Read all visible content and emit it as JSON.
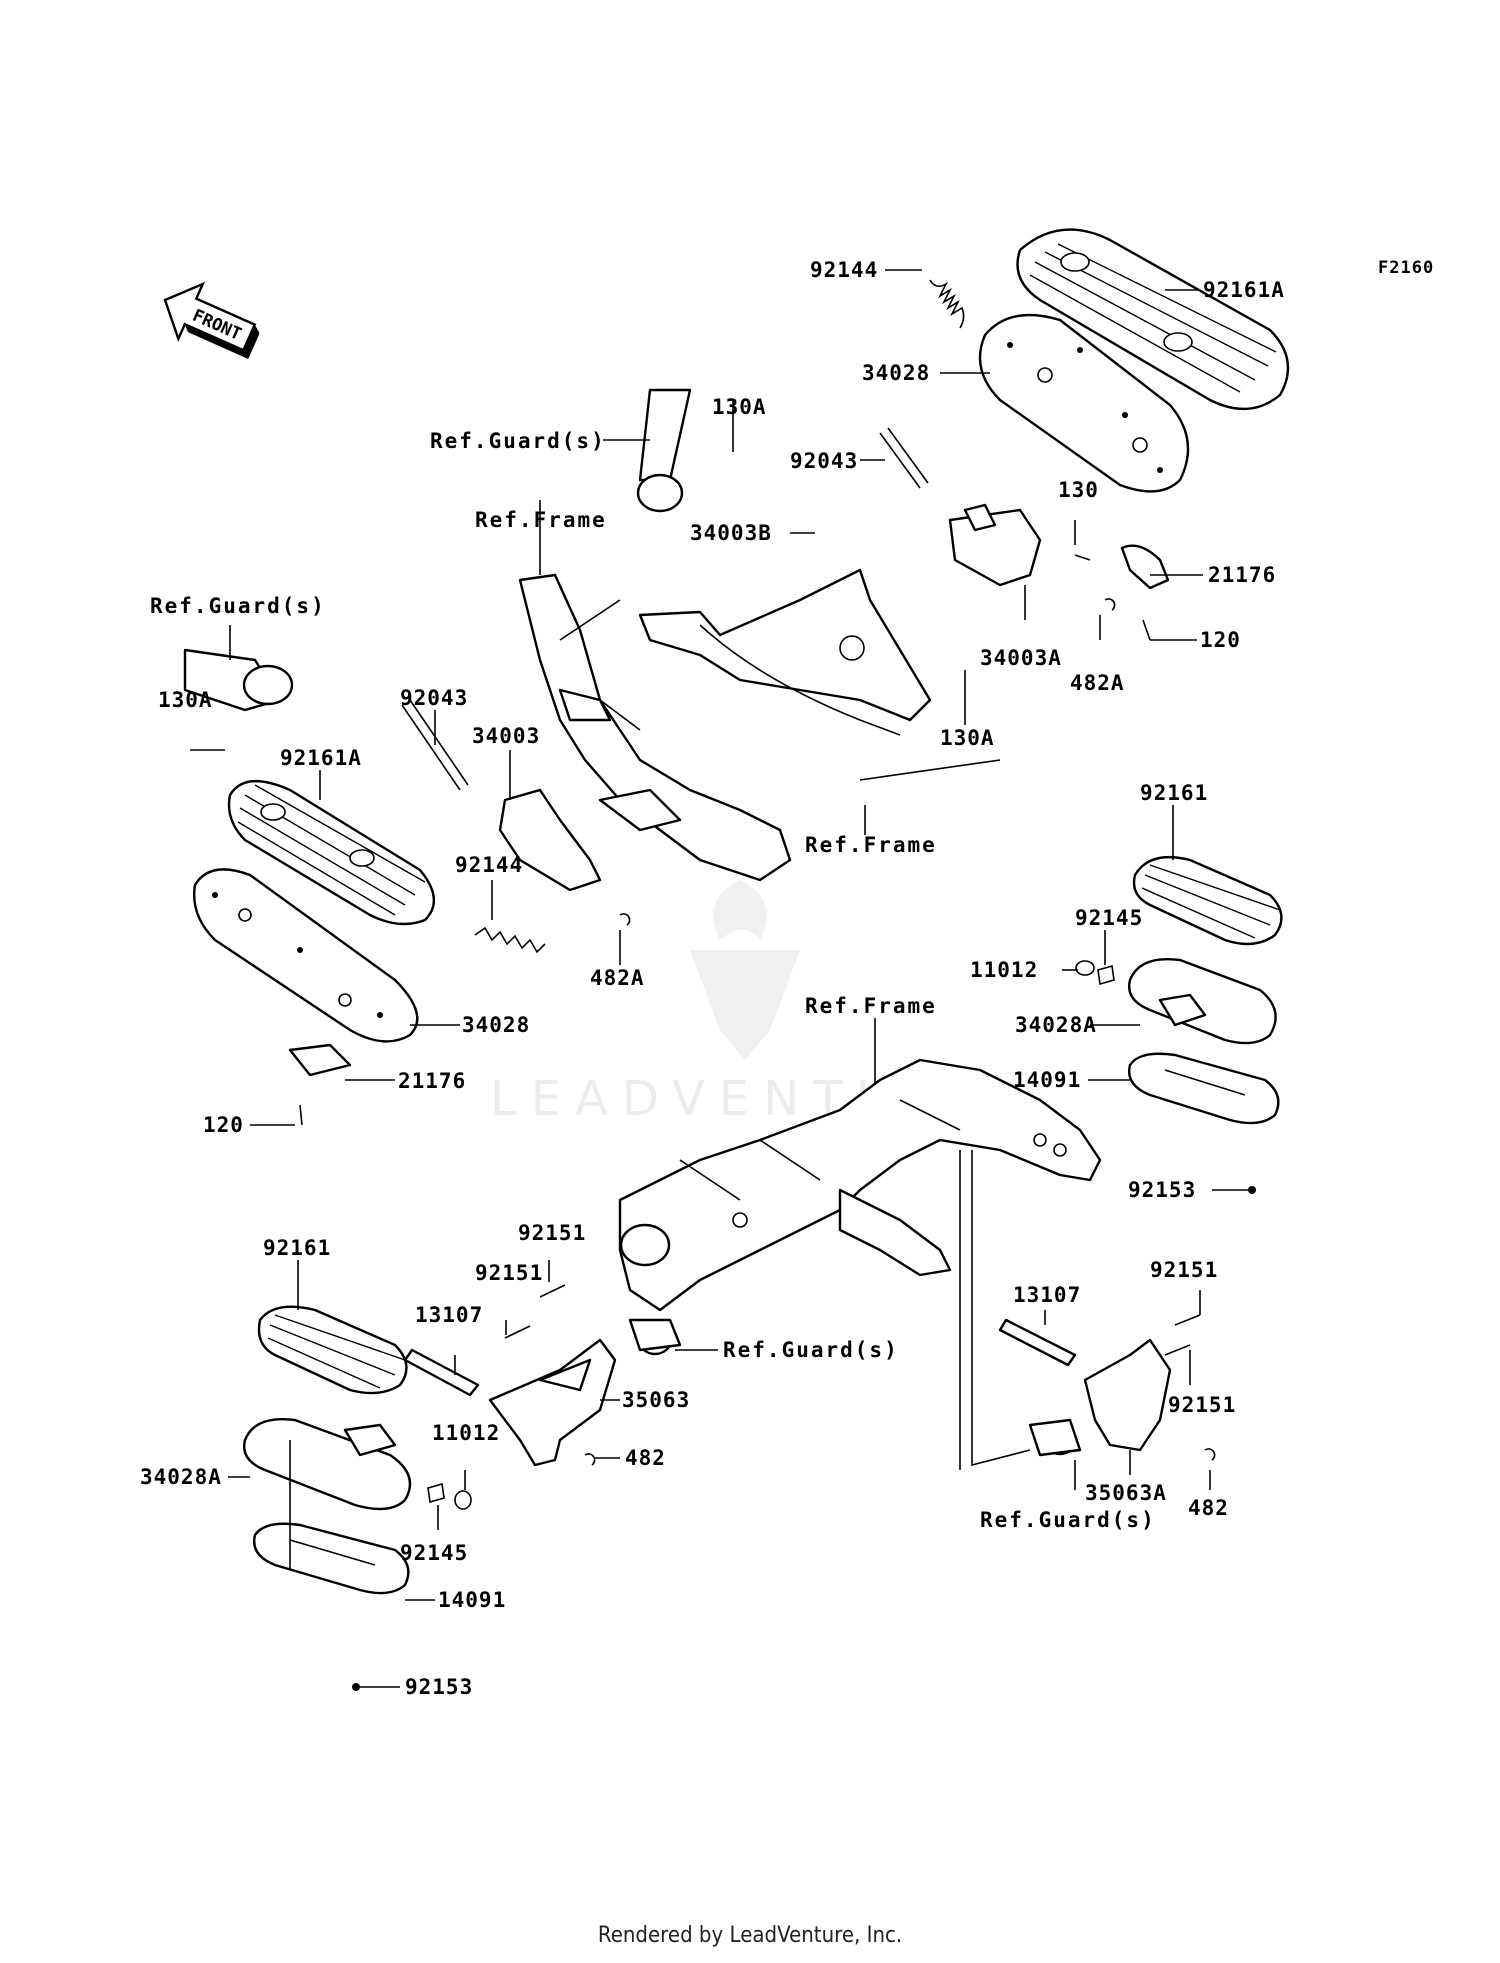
{
  "figure_code": "F2160",
  "front_arrow": "FRONT",
  "labels": {
    "l_92161A_top": "92161A",
    "l_92144_top": "92144",
    "l_34028_top": "34028",
    "l_130A_top": "130A",
    "l_ref_guard_top": "Ref.Guard(s)",
    "l_92043_top": "92043",
    "l_130": "130",
    "l_ref_frame_top": "Ref.Frame",
    "l_34003B": "34003B",
    "l_21176_top": "21176",
    "l_120_top": "120",
    "l_34003A": "34003A",
    "l_482A_top": "482A",
    "l_130A_right": "130A",
    "l_ref_guard_left": "Ref.Guard(s)",
    "l_130A_left": "130A",
    "l_92043_left": "92043",
    "l_34003": "34003",
    "l_92161A_left": "92161A",
    "l_ref_frame_mid": "Ref.Frame",
    "l_92144_left": "92144",
    "l_482A_left": "482A",
    "l_34028_left": "34028",
    "l_21176_left": "21176",
    "l_120_left": "120",
    "l_92161_right": "92161",
    "l_92145_right": "92145",
    "l_11012_right": "11012",
    "l_34028A_right": "34028A",
    "l_ref_frame_low": "Ref.Frame",
    "l_14091_right": "14091",
    "l_92153_right": "92153",
    "l_92161_left": "92161",
    "l_92151_a": "92151",
    "l_92151_b": "92151",
    "l_13107_left": "13107",
    "l_ref_guard_mid": "Ref.Guard(s)",
    "l_35063": "35063",
    "l_11012_left": "11012",
    "l_482_left": "482",
    "l_34028A_left": "34028A",
    "l_92145_left": "92145",
    "l_14091_left": "14091",
    "l_92153_left": "92153",
    "l_13107_right": "13107",
    "l_92151_c": "92151",
    "l_92151_d": "92151",
    "l_35063A": "35063A",
    "l_482_right": "482",
    "l_ref_guard_low": "Ref.Guard(s)"
  },
  "watermark": "LEADVENTURE",
  "footer": "Rendered by LeadVenture, Inc."
}
